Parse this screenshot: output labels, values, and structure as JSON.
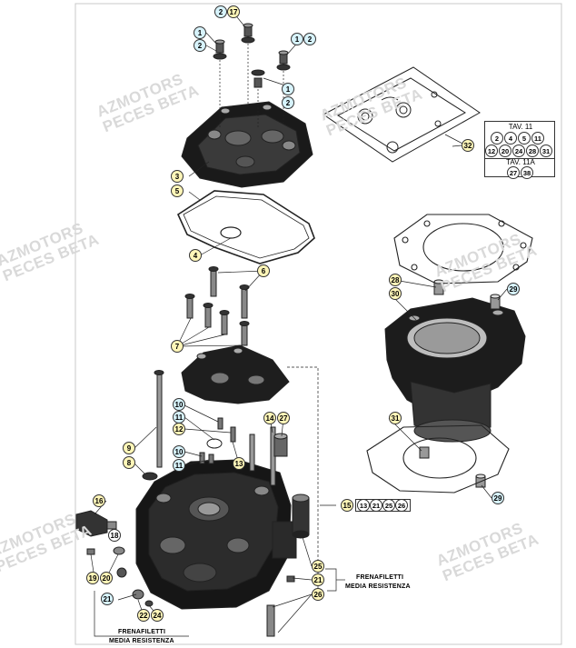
{
  "watermarks": [
    {
      "line1": "AZMOTORS",
      "line2": "PECES BETA"
    },
    {
      "line1": "AZMOTORS",
      "line2": "PECES BETA"
    },
    {
      "line1": "AZMOTORS",
      "line2": "PECES BETA"
    },
    {
      "line1": "AZMOTORS",
      "line2": "PECES BETA"
    },
    {
      "line1": "AZMOTORS",
      "line2": "PECES BETA"
    },
    {
      "line1": "AZMOTORS",
      "line2": "PECES BETA"
    }
  ],
  "callouts": {
    "c2a": "2",
    "c17": "17",
    "c1a": "1",
    "c2b": "2",
    "c1b": "1",
    "c2c": "2",
    "c1c": "1",
    "c2d": "2",
    "c3": "3",
    "c5": "5",
    "c4": "4",
    "c6": "6",
    "c7": "7",
    "c9": "9",
    "c8": "8",
    "c10a": "10",
    "c11a": "11",
    "c12": "12",
    "c10b": "10",
    "c11b": "11",
    "c13": "13",
    "c14": "14",
    "c27": "27",
    "c16": "16",
    "c18": "18",
    "c19": "19",
    "c20": "20",
    "c21a": "21",
    "c22": "22",
    "c24": "24",
    "c25": "25",
    "c21b": "21",
    "c26": "26",
    "c15": "15",
    "c28": "28",
    "c30": "30",
    "c29a": "29",
    "c31": "31",
    "c29b": "29",
    "c32": "32"
  },
  "group15": [
    "13",
    "21",
    "25",
    "26"
  ],
  "tav_table": {
    "tav11_title": "TAV. 11",
    "tav11_row1": [
      "2",
      "4",
      "5",
      "11"
    ],
    "tav11_row2": [
      "12",
      "20",
      "24",
      "28",
      "31"
    ],
    "tav11a_title": "TAV. 11A",
    "tav11a_row": [
      "27",
      "38"
    ]
  },
  "notes": {
    "right_line1": "FRENAFILETTI",
    "right_line2": "MEDIA RESISTENZA",
    "bottom_line1": "FRENAFILETTI",
    "bottom_line2": "MEDIA RESISTENZA"
  },
  "colors": {
    "callout_yellow": "#fff6b8",
    "callout_blue": "#d7f3fb",
    "line": "#222222",
    "watermark": "#d9d9d9"
  }
}
